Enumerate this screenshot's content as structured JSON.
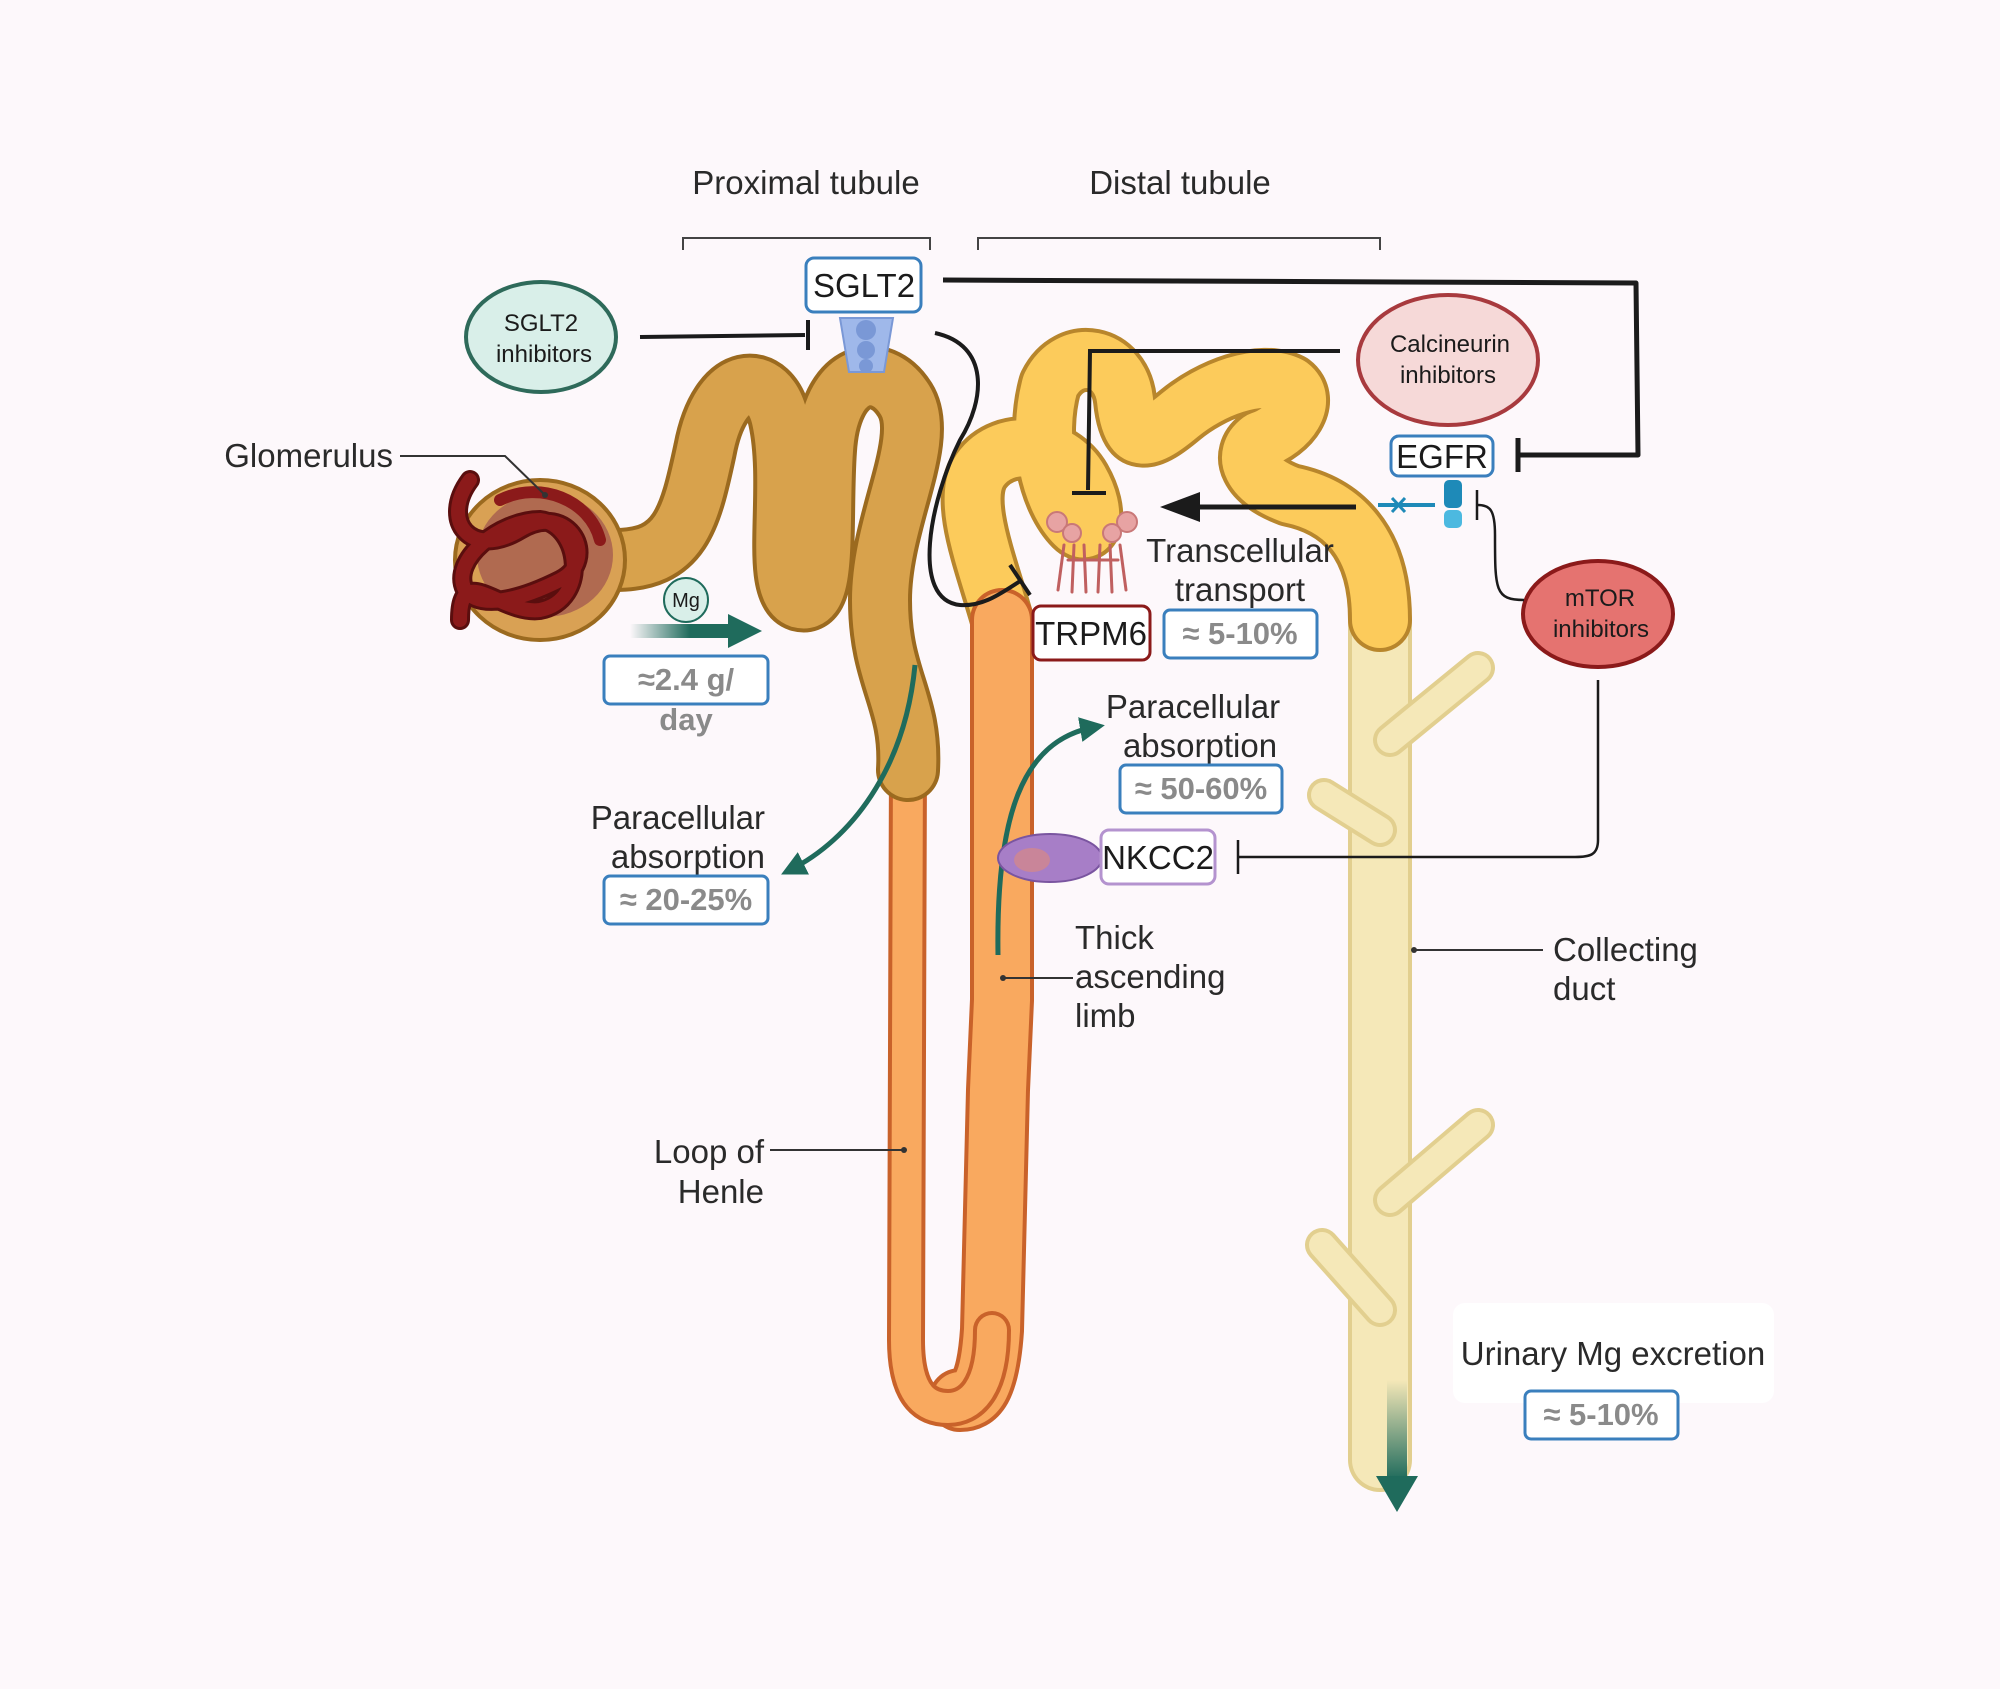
{
  "segments": {
    "proximal_tubule": "Proximal tubule",
    "distal_tubule": "Distal tubule"
  },
  "anatomy": {
    "glomerulus": "Glomerulus",
    "loop_of_henle": [
      "Loop of",
      "Henle"
    ],
    "thick_ascending_limb": [
      "Thick",
      "ascending",
      "limb"
    ],
    "collecting_duct": [
      "Collecting",
      "duct"
    ]
  },
  "filtration": {
    "ion": "Mg",
    "amount": [
      "≈2.4 g/",
      "day"
    ]
  },
  "reabsorption": {
    "proximal": {
      "label": [
        "Paracellular",
        "absorption"
      ],
      "value": "≈ 20-25%"
    },
    "tal": {
      "label": [
        "Paracellular",
        "absorption"
      ],
      "value": "≈ 50-60%"
    },
    "distal": {
      "label": [
        "Transcellular",
        "transport"
      ],
      "value": "≈ 5-10%"
    }
  },
  "excretion": {
    "label": "Urinary Mg excretion",
    "value": "≈ 5-10%"
  },
  "transporters": {
    "sglt2": "SGLT2",
    "trpm6": "TRPM6",
    "egfr": "EGFR",
    "nkcc2": "NKCC2"
  },
  "drugs": {
    "sglt2_inhibitors": [
      "SGLT2",
      "inhibitors"
    ],
    "calcineurin_inhibitors": [
      "Calcineurin",
      "inhibitors"
    ],
    "mtor_inhibitors": [
      "mTOR",
      "inhibitors"
    ]
  },
  "colors": {
    "proximal": "#d8a24c",
    "loop": "#f9a95f",
    "distal": "#fccb5b",
    "collecting": "#f5e8b8",
    "arrow": "#1f6b5c",
    "box_border": "#3a7fbd",
    "sglt2_inhibitor_fill": "#d9efe9",
    "calcineurin_fill": "#f6d9d8",
    "mtor_fill": "#e57370",
    "glomerulus": "#8b1a1a"
  }
}
